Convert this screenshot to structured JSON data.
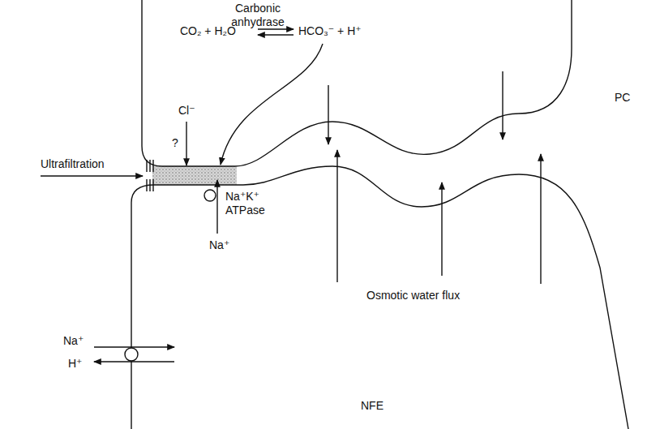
{
  "diagram": {
    "labels": [
      "Carbonic anhydrase",
      "CO₂ + H₂O",
      "HCO₃⁻ + H⁺",
      "Cl⁻",
      "?",
      "Ultrafiltration",
      "Na⁺K⁺ ATPase",
      "Na⁺",
      "Osmotic water flux",
      "Na⁺",
      "H⁺",
      "NFE",
      "PC"
    ]
  }
}
